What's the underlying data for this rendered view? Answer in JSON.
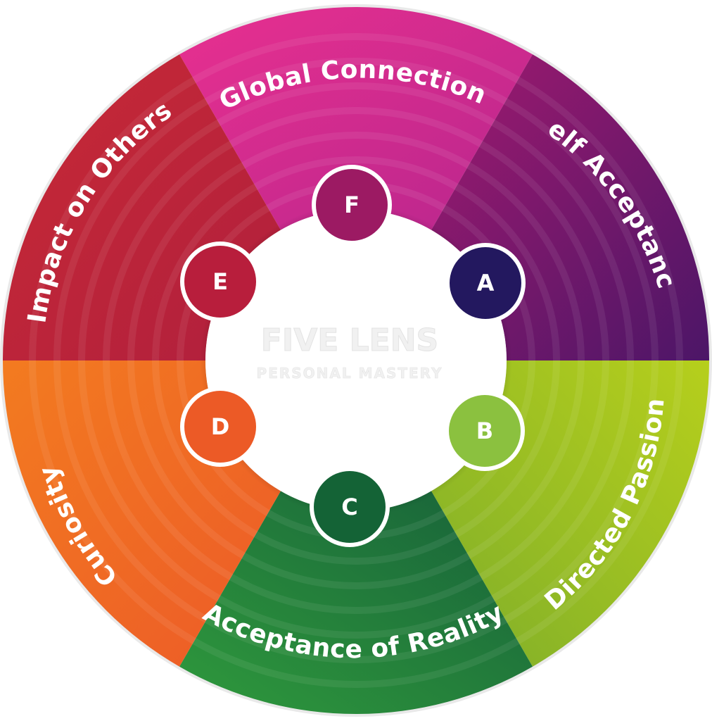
{
  "center": {
    "title": "FIVE LENS",
    "subtitle": "PERSONAL MASTERY"
  },
  "segments": [
    {
      "id": "global-connection",
      "label": "Global Connection",
      "letter": "F",
      "color_start": "#e8308f",
      "color_end": "#b8268e",
      "node_color": "#9c1a63"
    },
    {
      "id": "self-acceptance",
      "label": "Self Acceptance",
      "letter": "A",
      "color_start": "#a01a6f",
      "color_end": "#4c1667",
      "node_color": "#23185f"
    },
    {
      "id": "directed-passion",
      "label": "Directed Passion",
      "letter": "B",
      "color_start": "#7fae2a",
      "color_end": "#b6cf1c",
      "node_color": "#8bc13f"
    },
    {
      "id": "acceptance-of-reality",
      "label": "Acceptance of Reality",
      "letter": "C",
      "color_start": "#2f9a3c",
      "color_end": "#17603a",
      "node_color": "#146336"
    },
    {
      "id": "curiosity",
      "label": "Curiosity",
      "letter": "D",
      "color_start": "#f37b20",
      "color_end": "#ec5a28",
      "node_color": "#ec5a26"
    },
    {
      "id": "impact-on-others",
      "label": "Impact on Others",
      "letter": "E",
      "color_start": "#c82a36",
      "color_end": "#b01f3d",
      "node_color": "#b81e3c"
    }
  ]
}
